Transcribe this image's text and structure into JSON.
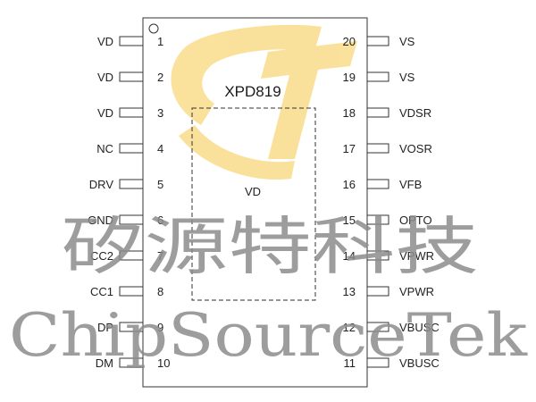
{
  "chip": {
    "part_number": "XPD819",
    "center_pad_label": "VD"
  },
  "left_pins": [
    {
      "num": "1",
      "name": "VD"
    },
    {
      "num": "2",
      "name": "VD"
    },
    {
      "num": "3",
      "name": "VD"
    },
    {
      "num": "4",
      "name": "NC"
    },
    {
      "num": "5",
      "name": "DRV"
    },
    {
      "num": "6",
      "name": "GND"
    },
    {
      "num": "7",
      "name": "CC2"
    },
    {
      "num": "8",
      "name": "CC1"
    },
    {
      "num": "9",
      "name": "DP"
    },
    {
      "num": "10",
      "name": "DM"
    }
  ],
  "right_pins": [
    {
      "num": "20",
      "name": "VS"
    },
    {
      "num": "19",
      "name": "VS"
    },
    {
      "num": "18",
      "name": "VDSR"
    },
    {
      "num": "17",
      "name": "VOSR"
    },
    {
      "num": "16",
      "name": "VFB"
    },
    {
      "num": "15",
      "name": "OPTO"
    },
    {
      "num": "14",
      "name": "VPWR"
    },
    {
      "num": "13",
      "name": "VPWR"
    },
    {
      "num": "12",
      "name": "VBUSC"
    },
    {
      "num": "11",
      "name": "VBUSC"
    }
  ],
  "watermark": {
    "chinese": "矽源特科技",
    "english": "ChipSourceTek",
    "logo_color": "#f6c94a"
  }
}
